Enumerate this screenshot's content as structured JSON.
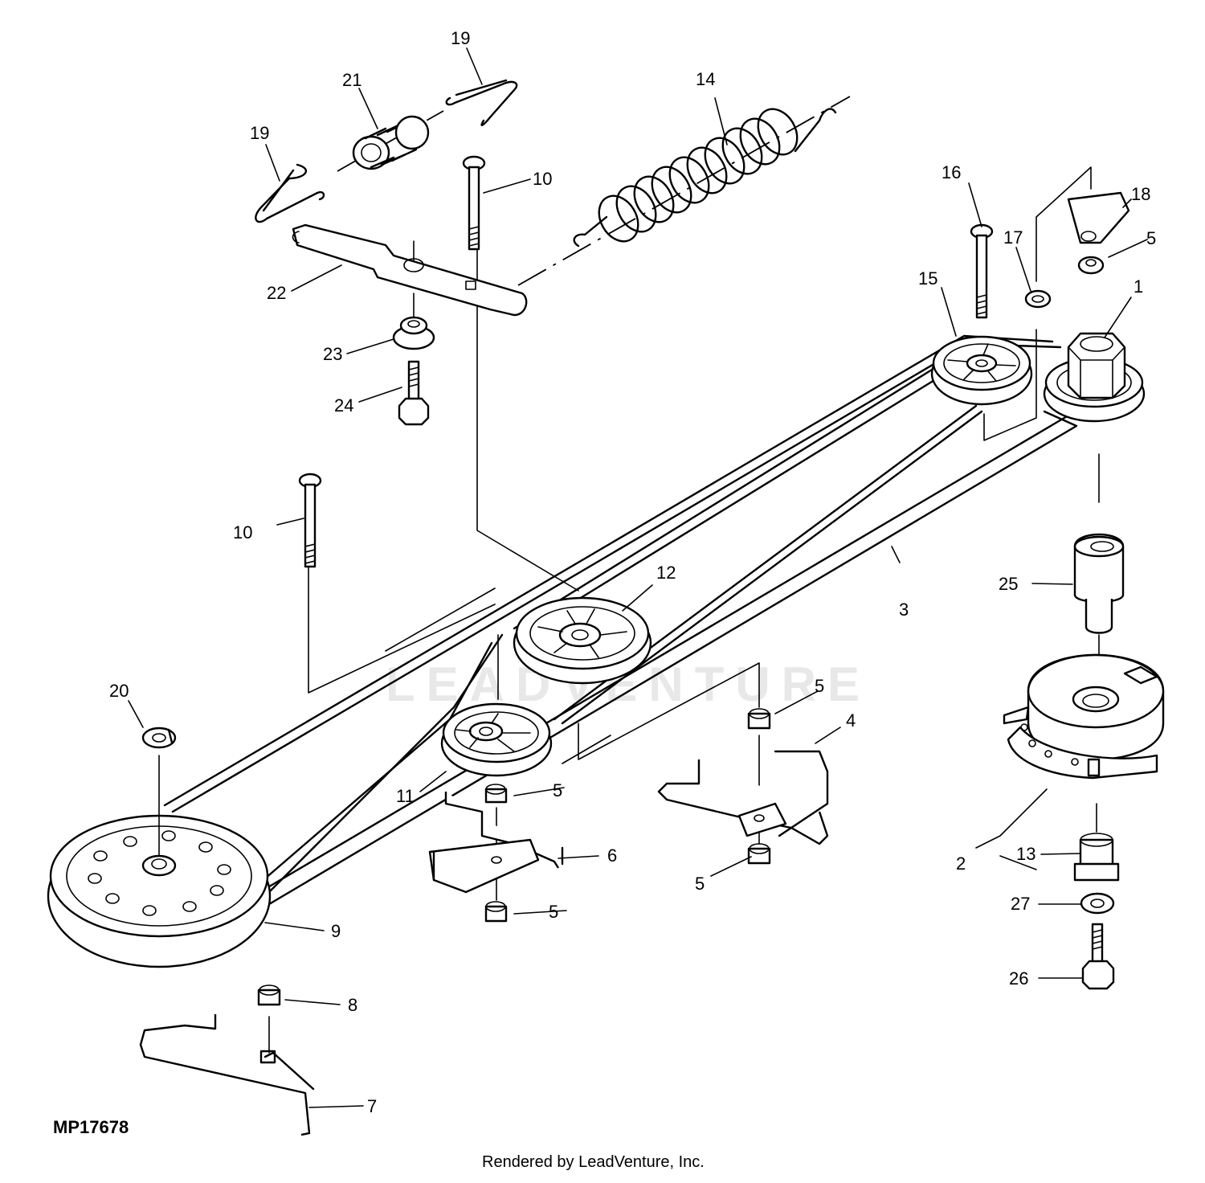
{
  "figure": {
    "id": "MP17678",
    "credit": "Rendered by LeadVenture, Inc.",
    "watermark": "LEADVENTURE"
  },
  "callouts": [
    {
      "key": "c1",
      "label": "1"
    },
    {
      "key": "c2",
      "label": "2"
    },
    {
      "key": "c3",
      "label": "3"
    },
    {
      "key": "c4",
      "label": "4"
    },
    {
      "key": "c5a",
      "label": "5"
    },
    {
      "key": "c5b",
      "label": "5"
    },
    {
      "key": "c5c",
      "label": "5"
    },
    {
      "key": "c5d",
      "label": "5"
    },
    {
      "key": "c5e",
      "label": "5"
    },
    {
      "key": "c6",
      "label": "6"
    },
    {
      "key": "c7",
      "label": "7"
    },
    {
      "key": "c8",
      "label": "8"
    },
    {
      "key": "c9",
      "label": "9"
    },
    {
      "key": "c10a",
      "label": "10"
    },
    {
      "key": "c10b",
      "label": "10"
    },
    {
      "key": "c11",
      "label": "11"
    },
    {
      "key": "c12",
      "label": "12"
    },
    {
      "key": "c13",
      "label": "13"
    },
    {
      "key": "c14",
      "label": "14"
    },
    {
      "key": "c15",
      "label": "15"
    },
    {
      "key": "c16",
      "label": "16"
    },
    {
      "key": "c17",
      "label": "17"
    },
    {
      "key": "c18",
      "label": "18"
    },
    {
      "key": "c19a",
      "label": "19"
    },
    {
      "key": "c19b",
      "label": "19"
    },
    {
      "key": "c20",
      "label": "20"
    },
    {
      "key": "c21",
      "label": "21"
    },
    {
      "key": "c22",
      "label": "22"
    },
    {
      "key": "c23",
      "label": "23"
    },
    {
      "key": "c24",
      "label": "24"
    },
    {
      "key": "c25",
      "label": "25"
    },
    {
      "key": "c26",
      "label": "26"
    },
    {
      "key": "c27",
      "label": "27"
    }
  ]
}
